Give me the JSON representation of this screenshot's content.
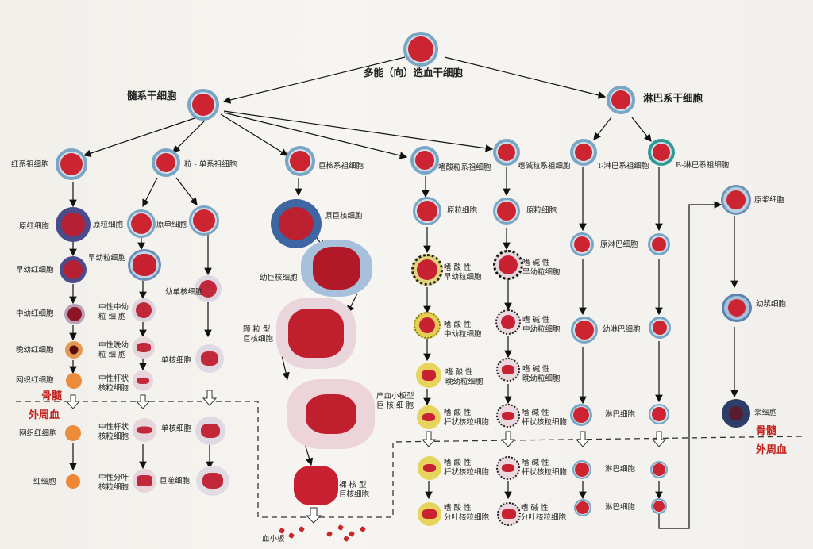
{
  "colors": {
    "nucleus": "#c9202a",
    "membrane": "#7aa6c6",
    "eosin": "#d9c23a",
    "baso": "#2a2a2a",
    "arrow": "#111",
    "boundary": "#333",
    "zone": "#c3231e"
  },
  "labels": {
    "hsc": "多能（向）造血干细胞",
    "myeloid_stem": "髓系干细胞",
    "lymphoid_stem": "淋巴系干细胞",
    "erythroid_prog": "红系祖细胞",
    "gm_prog": "粒 - 单系祖细胞",
    "mk_prog": "巨核系祖细胞",
    "eo_prog": "嗜酸粒系祖细胞",
    "baso_prog": "嗜碱粒系祖细胞",
    "t_prog": "T-淋巴系祖细胞",
    "b_prog": "B-淋巴系祖细胞",
    "proerythroblast": "原红细胞",
    "basophilic_normoblast": "早幼红细胞",
    "polychromatic_normoblast": "中幼红细胞",
    "orthochromatic_normoblast": "晚幼红细胞",
    "reticulocyte_bm": "网织红细胞",
    "reticulocyte_pb": "网织红细胞",
    "erythrocyte": "红细胞",
    "myeloblast": "原粒细胞",
    "promyelocyte": "早幼粒细胞",
    "neut_myelocyte": "中性中幼\n粒 细 胞",
    "neut_metamyelocyte": "中性晚幼\n粒 细 胞",
    "neut_band_bm": "中性杆状\n核粒细胞",
    "neut_band_pb": "中性杆状\n核粒细胞",
    "neut_seg": "中性分叶\n核粒细胞",
    "monoblast": "原单细胞",
    "promonocyte": "幼单核细胞",
    "monocyte_bm": "单核细胞",
    "monocyte_pb": "单核细胞",
    "macrophage": "巨噬细胞",
    "megakaryoblast": "原巨核细胞",
    "promegakaryocyte": "幼巨核细胞",
    "granular_mk": "颗 粒 型\n巨核细胞",
    "platelet_producing_mk": "产血小板型\n巨 核 细 胞",
    "naked_mk": "裸 核 型\n巨核细胞",
    "platelet": "血小板",
    "eo_myeloblast": "原粒细胞",
    "eo_promyelocyte": "嗜 酸 性\n早幼粒细胞",
    "eo_myelocyte": "嗜 酸 性\n中幼粒细胞",
    "eo_metamyelocyte": "嗜 酸 性\n晚幼粒细胞",
    "eo_band_bm": "嗜 酸 性\n杆状核粒细胞",
    "eo_band_pb": "嗜 酸 性\n杆状核粒细胞",
    "eo_seg": "嗜 酸 性\n分叶核粒细胞",
    "baso_myeloblast": "原粒细胞",
    "baso_promyelocyte": "嗜 碱 性\n早幼粒细胞",
    "baso_myelocyte": "嗜 碱 性\n中幼粒细胞",
    "baso_metamyelocyte": "嗜 碱 性\n晚幼粒细胞",
    "baso_band_bm": "嗜 碱 性\n杆状核粒细胞",
    "baso_band_pb": "嗜 碱 性\n杆状核粒细胞",
    "baso_seg": "嗜 碱 性\n分叶核粒细胞",
    "lymphoblast": "原淋巴细胞",
    "prolymphocyte": "幼淋巴细胞",
    "lymphocyte_bm": "淋巴细胞",
    "lymphocyte_pb1": "淋巴细胞",
    "lymphocyte_pb2": "淋巴细胞",
    "plasmablast": "原浆细胞",
    "proplasmacyte": "幼浆细胞",
    "plasma_cell": "浆细胞"
  },
  "zones": {
    "bm_left": "骨髓",
    "pb_left": "外周血",
    "bm_right": "骨髓",
    "pb_right": "外周血"
  }
}
